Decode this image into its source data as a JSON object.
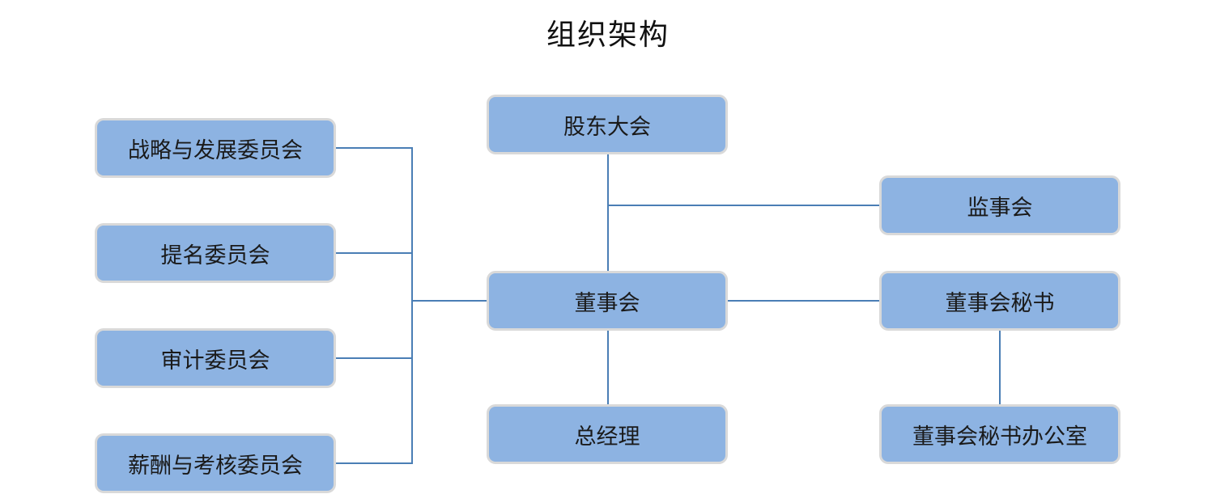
{
  "title": "组织架构",
  "nodes": {
    "shareholders_meeting": "股东大会",
    "supervisory_board": "监事会",
    "board_of_directors": "董事会",
    "board_secretary": "董事会秘书",
    "general_manager": "总经理",
    "board_secretary_office": "董事会秘书办公室",
    "strategy_committee": "战略与发展委员会",
    "nomination_committee": "提名委员会",
    "audit_committee": "审计委员会",
    "compensation_committee": "薪酬与考核委员会"
  },
  "colors": {
    "box_fill": "#8db3e2",
    "box_border": "#d9d9d9",
    "connector": "#4a7eb5"
  }
}
